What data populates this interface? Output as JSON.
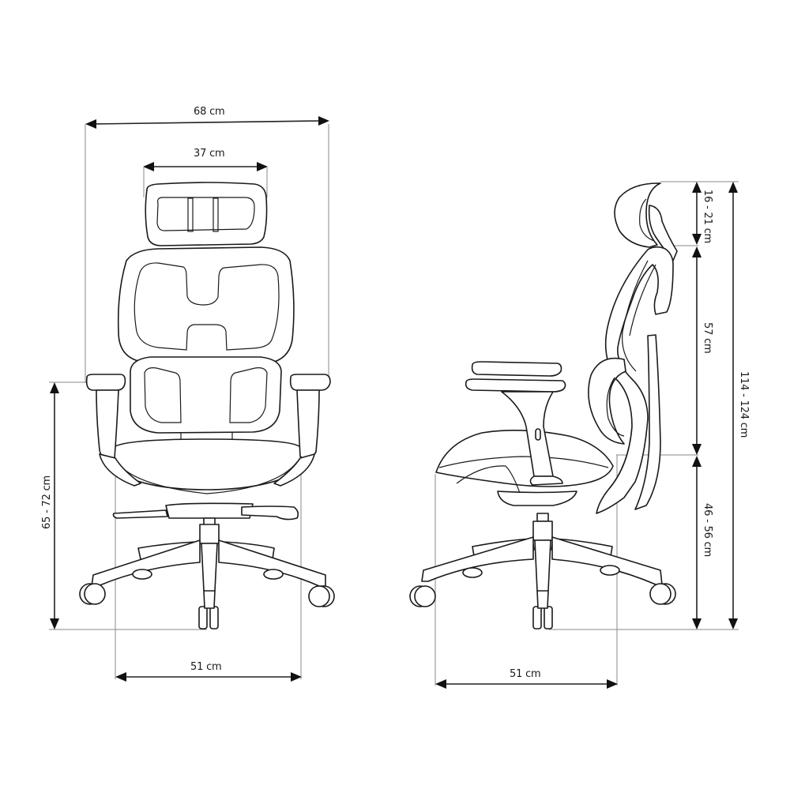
{
  "diagram": {
    "subject": "Ergonomic office chair dimensions",
    "views": [
      "front",
      "side"
    ],
    "colors": {
      "line": "#1a1a1a",
      "extension_line": "#8a8a8a",
      "background": "#ffffff"
    }
  },
  "front_view": {
    "overall_width": "68 cm",
    "headrest_width": "37 cm",
    "armrest_height": "65 - 72 cm",
    "seat_width": "51 cm"
  },
  "side_view": {
    "headrest_height": "16 - 21 cm",
    "backrest_height": "57 cm",
    "overall_height": "114 - 124 cm",
    "seat_height": "46 - 56 cm",
    "seat_depth": "51 cm"
  }
}
